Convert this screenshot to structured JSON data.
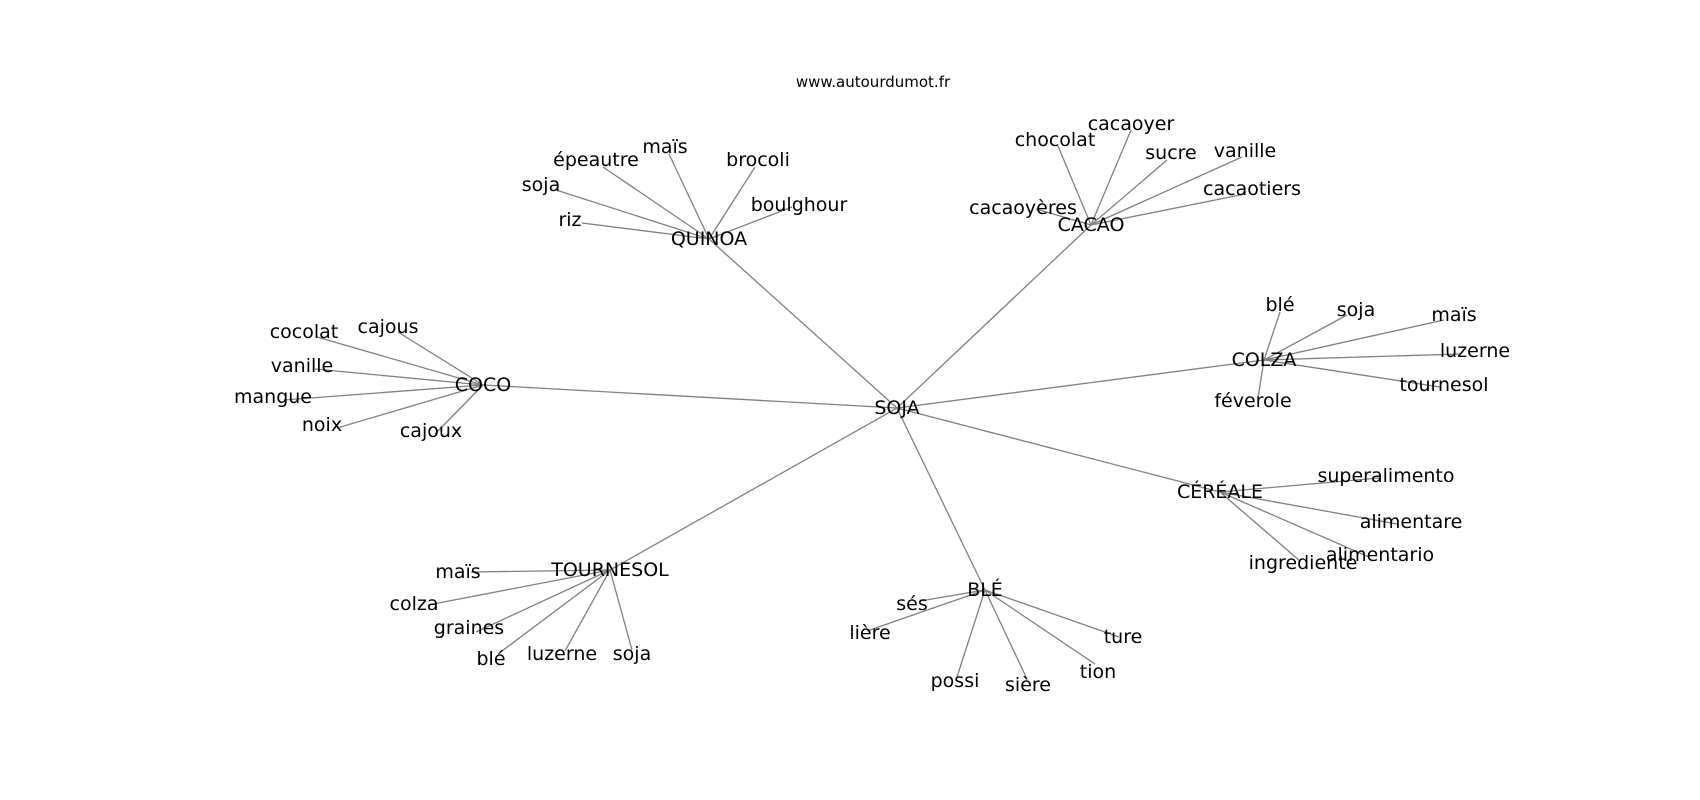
{
  "header": {
    "site": "www.autourdumot.fr"
  },
  "graph": {
    "center": "SOJA",
    "hubs": [
      {
        "label": "QUINOA",
        "leaves": [
          "riz",
          "soja",
          "épeautre",
          "maïs",
          "brocoli",
          "boulghour"
        ]
      },
      {
        "label": "CACAO",
        "leaves": [
          "cacaoyères",
          "chocolat",
          "cacaoyer",
          "sucre",
          "vanille",
          "cacaotiers"
        ]
      },
      {
        "label": "COCO",
        "leaves": [
          "cocolat",
          "cajous",
          "vanille",
          "mangue",
          "noix",
          "cajoux"
        ]
      },
      {
        "label": "COLZA",
        "leaves": [
          "blé",
          "soja",
          "maïs",
          "luzerne",
          "tournesol",
          "féverole"
        ]
      },
      {
        "label": "CÉRÉALE",
        "leaves": [
          "superalimento",
          "alimentare",
          "alimentario",
          "ingrediente"
        ]
      },
      {
        "label": "TOURNESOL",
        "leaves": [
          "maïs",
          "colza",
          "graines",
          "blé",
          "luzerne",
          "soja"
        ]
      },
      {
        "label": "BLÉ",
        "leaves": [
          "sés",
          "lière",
          "possi",
          "sière",
          "tion",
          "ture"
        ]
      }
    ]
  }
}
